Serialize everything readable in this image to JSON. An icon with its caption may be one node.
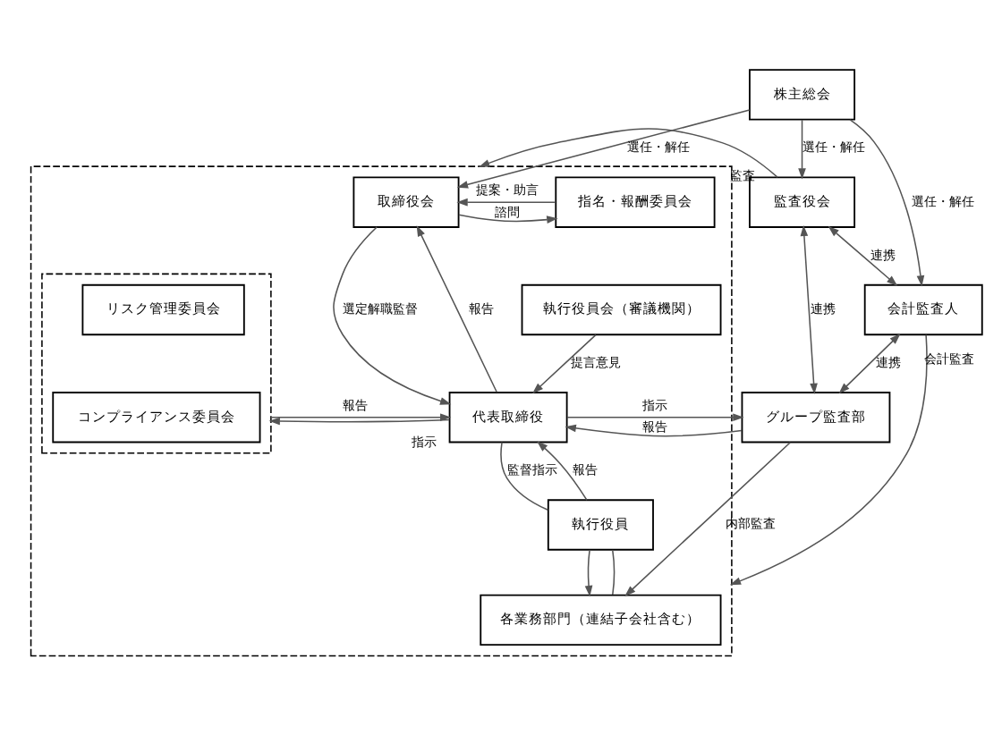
{
  "diagram": {
    "nodes": [
      {
        "text": [
          "株主総会"
        ]
      },
      {
        "text": [],
        "shape": "box"
      },
      {
        "text": [
          "取締役会"
        ],
        "in": 1
      },
      {
        "text": [
          "指名・報酬委員会"
        ],
        "in": 1
      },
      {
        "text": [],
        "shape": "box",
        "in": 1
      },
      {
        "text": [
          "リスク管理委員会"
        ],
        "in": 4
      },
      {
        "text": [
          "コンプライアンス委員会"
        ],
        "in": 4
      },
      {
        "text": [
          "代表取締役"
        ],
        "in": 1
      },
      {
        "text": [
          "執行役員会（審議機関）"
        ],
        "in": 1
      },
      {
        "text": [
          "執行役員"
        ],
        "in": 1
      },
      {
        "text": [
          "各業務部門（連結子会社含む）"
        ],
        "in": 1
      },
      {
        "text": [
          "監査役会"
        ]
      },
      {
        "text": [
          "会計監査人"
        ]
      },
      {
        "text": [
          "グループ監査部"
        ]
      }
    ],
    "edges": [
      {
        "from": 0,
        "to": 2,
        "arrow": "to",
        "label": "選任・解任"
      },
      {
        "from": 0,
        "to": 11,
        "arrow": "to",
        "label": "選任・解任"
      },
      {
        "from": 0,
        "to": 12,
        "arrow": "to",
        "label": "選任・解任"
      },
      {
        "from": 2,
        "to": 3,
        "arrow": "to",
        "label": "諮問"
      },
      {
        "from": 3,
        "to": 2,
        "arrow": "to",
        "label": "提案・助言"
      },
      {
        "from": 11,
        "to": 1,
        "arrow": "to",
        "label": "監査"
      },
      {
        "from": 11,
        "to": 12,
        "arrow": "both",
        "label": "連携"
      },
      {
        "from": 12,
        "to": 1,
        "arrow": "to",
        "label": "会計監査"
      },
      {
        "from": 11,
        "to": 13,
        "arrow": "both",
        "label": "連携"
      },
      {
        "from": 12,
        "to": 13,
        "arrow": "both",
        "label": "連携"
      },
      {
        "from": 2,
        "to": 7,
        "arrow": "to",
        "label": "選定解職監督"
      },
      {
        "from": 7,
        "to": 2,
        "arrow": "to",
        "label": "報告"
      },
      {
        "from": 7,
        "to": 4,
        "arrow": "to",
        "label": "指示"
      },
      {
        "from": 4,
        "to": 7,
        "arrow": "to",
        "label": "報告"
      },
      {
        "from": 7,
        "to": 13,
        "arrow": "to",
        "label": "指示"
      },
      {
        "from": 13,
        "to": 7,
        "arrow": "to",
        "label": "報告"
      },
      {
        "from": 8,
        "to": 7,
        "arrow": "to",
        "label": "提言意見"
      },
      {
        "from": 7,
        "to": 9,
        "arrow": "none",
        "label": "監督指示"
      },
      {
        "from": 9,
        "to": 10,
        "arrow": "to"
      },
      {
        "from": 10,
        "to": 9,
        "arrow": "none"
      },
      {
        "from": 9,
        "to": 7,
        "arrow": "to",
        "label": "報告"
      },
      {
        "from": 13,
        "to": 10,
        "arrow": "to",
        "label": "内部監査"
      }
    ]
  }
}
